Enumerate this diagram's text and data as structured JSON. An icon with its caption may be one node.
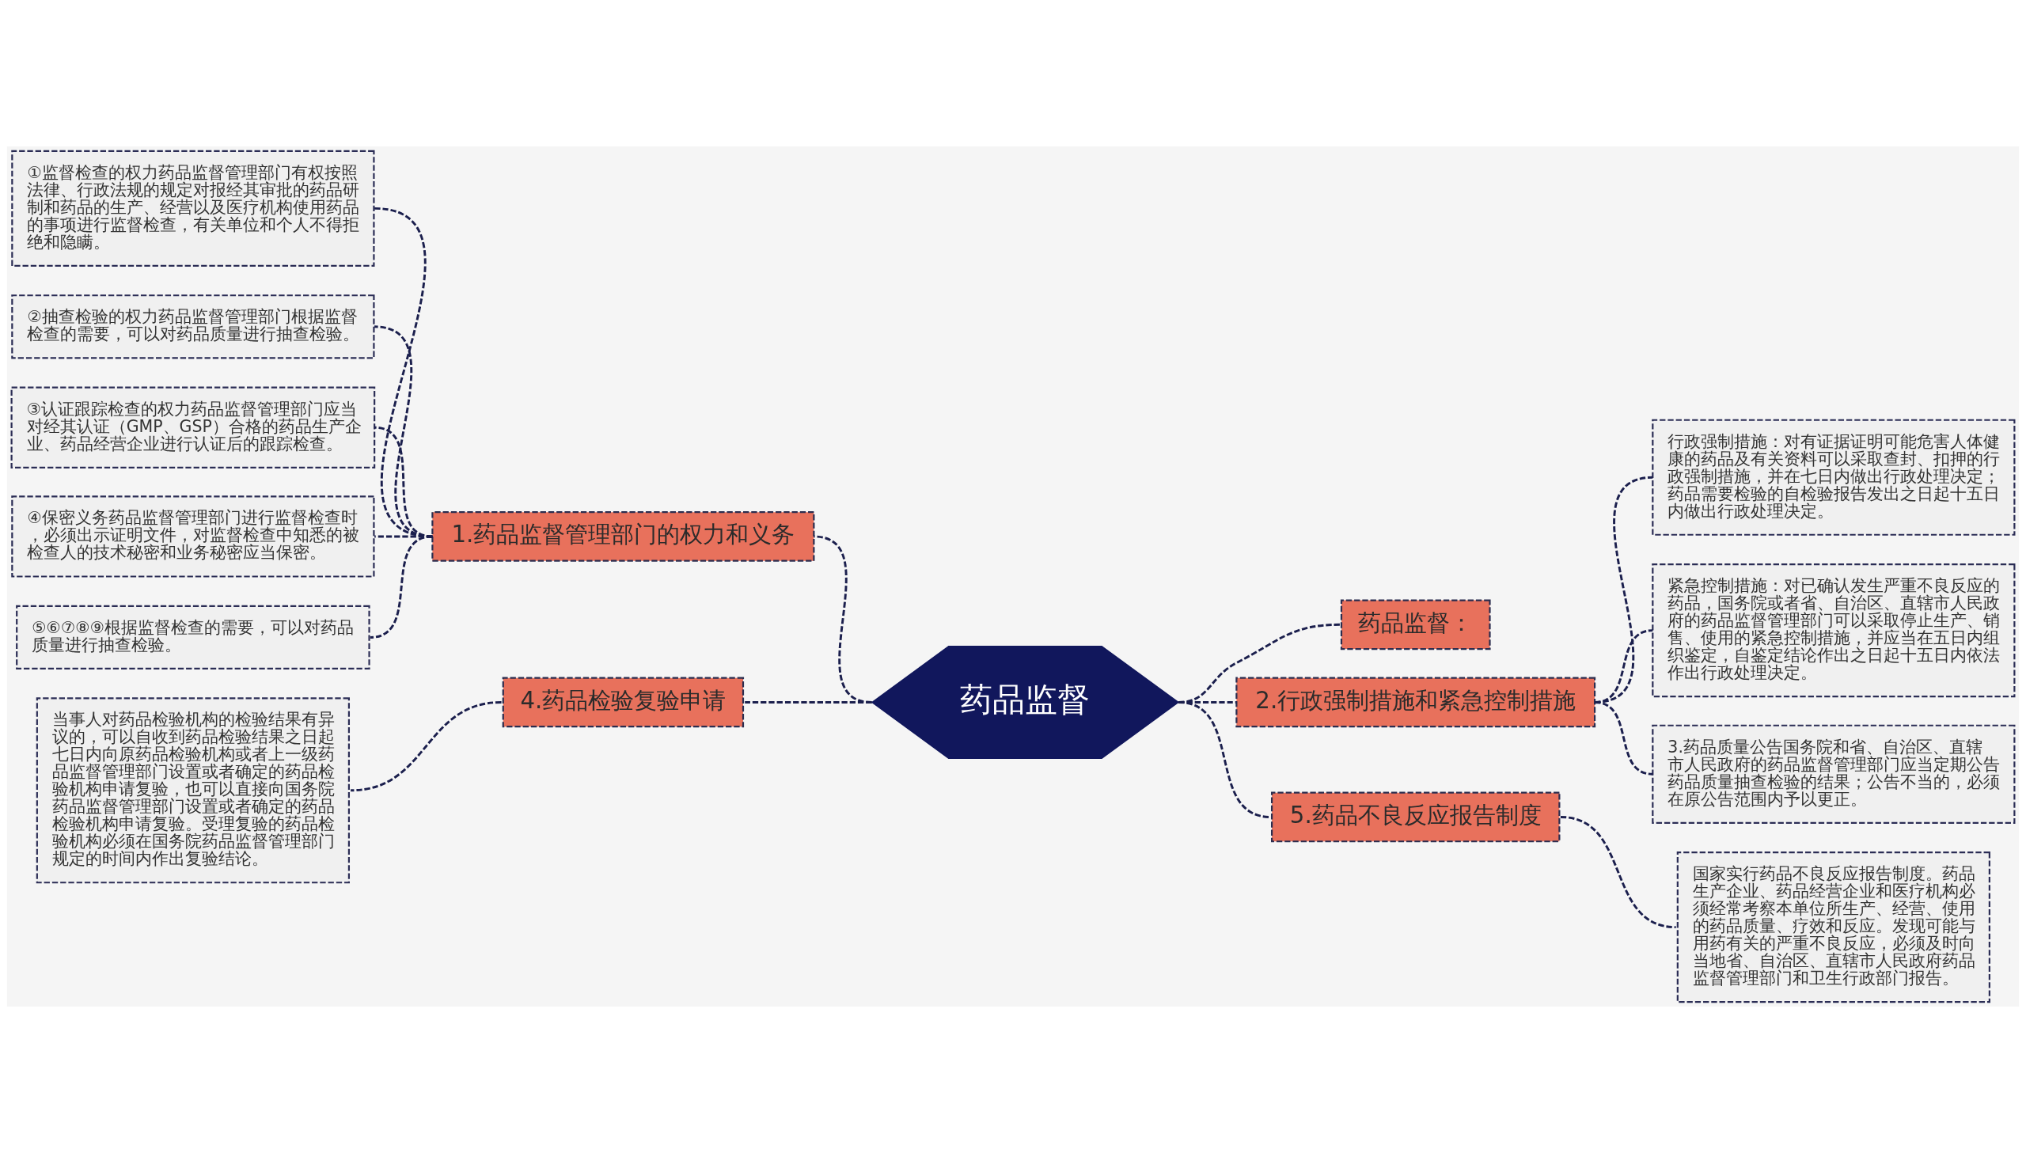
{
  "diagram": {
    "nodes": [
      {
        "text": [
          "药品监督"
        ]
      },
      {
        "text": [
          "1.药品监督管理部门的权力和义务"
        ]
      },
      {
        "text": [
          "①监督检查的权力药品监督管理部门有权按照法律、行政法规的规定对报经其审批的药品研制和药品的生产、经营以及医疗机构使用药品的事项进行监督检查，有关单位和个人不得拒绝和隐瞒。"
        ]
      },
      {
        "text": [
          "②抽查检验的权力药品监督管理部门根据监督检查的需要，可以对药品质量进行抽查检验。"
        ]
      },
      {
        "text": [
          "③认证跟踪检查的权力药品监督管理部门应当对经其认证（GMP、GSP）合格的药品生产企业、药品经营企业进行认证后的跟踪检查。"
        ]
      },
      {
        "text": [
          "④保密义务药品监督管理部门进行监督检查时，必须出示证明文件，对监督检查中知悉的被检查人的技术秘密和业务秘密应当保密。"
        ]
      },
      {
        "text": [
          "⑤⑥⑦⑧⑨根据监督检查的需要，可以对药品质量进行抽查检验。"
        ]
      },
      {
        "text": [
          "4.药品检验复验申请"
        ]
      },
      {
        "text": [
          "当事人对药品检验机构的检验结果有异议的，可以自收到药品检验结果之日起七日内向原药品检验机构或者上一级药品监督管理部门设置或者确定的药品检验机构申请复验，也可以直接向国务院药品监督管理部门设置或者确定的药品检验机构申请复验。受理复验的药品检验机构必须在国务院药品监督管理部门规定的时间内作出复验结论。"
        ]
      },
      {
        "text": [
          "药品监督："
        ]
      },
      {
        "text": [
          "2.行政强制措施和紧急控制措施"
        ]
      },
      {
        "text": [
          "行政强制措施：对有证据证明可能危害人体健康的药品及有关资料可以采取查封、扣押的行政强制措施，并在七日内做出行政处理决定；药品需要检验的自检验报告发出之日起十五日内做出行政处理决定。"
        ]
      },
      {
        "text": [
          "紧急控制措施：对已确认发生严重不良反应的药品，国务院或者省、自治区、直辖市人民政府的药品监督管理部门可以采取停止生产、销售、使用的紧急控制措施，并应当在五日内组织鉴定，自鉴定结论作出之日起十五日内依法作出行政处理决定。"
        ]
      },
      {
        "text": [
          "3.药品质量公告国务院和省、自治区、直辖市人民政府的药品监督管理部门应当定期公告药品质量抽查检验的结果；公告不当的，必须在原公告范围内予以更正。"
        ]
      },
      {
        "text": [
          "5.药品不良反应报告制度"
        ]
      },
      {
        "text": [
          "国家实行药品不良反应报告制度。药品生产企业、药品经营企业和医疗机构必须经常考察本单位所生产、经营、使用的药品质量、疗效和反应。发现可能与用药有关的严重不良反应，必须及时向当地省、自治区、直辖市人民政府药品监督管理部门和卫生行政部门报告。"
        ]
      }
    ],
    "edges": [
      {
        "from": 0,
        "to": 1,
        "arrow": "none",
        "style": "dashed"
      },
      {
        "from": 1,
        "to": 2,
        "arrow": "none",
        "style": "dashed"
      },
      {
        "from": 1,
        "to": 3,
        "arrow": "none",
        "style": "dashed"
      },
      {
        "from": 1,
        "to": 4,
        "arrow": "none",
        "style": "dashed"
      },
      {
        "from": 1,
        "to": 5,
        "arrow": "none",
        "style": "dashed"
      },
      {
        "from": 1,
        "to": 6,
        "arrow": "none",
        "style": "dashed"
      },
      {
        "from": 0,
        "to": 7,
        "arrow": "none",
        "style": "dashed"
      },
      {
        "from": 7,
        "to": 8,
        "arrow": "none",
        "style": "dashed"
      },
      {
        "from": 0,
        "to": 9,
        "arrow": "none",
        "style": "dashed"
      },
      {
        "from": 0,
        "to": 10,
        "arrow": "none",
        "style": "dashed"
      },
      {
        "from": 10,
        "to": 11,
        "arrow": "none",
        "style": "dashed"
      },
      {
        "from": 10,
        "to": 12,
        "arrow": "none",
        "style": "dashed"
      },
      {
        "from": 10,
        "to": 13,
        "arrow": "none",
        "style": "dashed"
      },
      {
        "from": 0,
        "to": 14,
        "arrow": "none",
        "style": "dashed"
      },
      {
        "from": 14,
        "to": 15,
        "arrow": "none",
        "style": "dashed"
      }
    ]
  }
}
